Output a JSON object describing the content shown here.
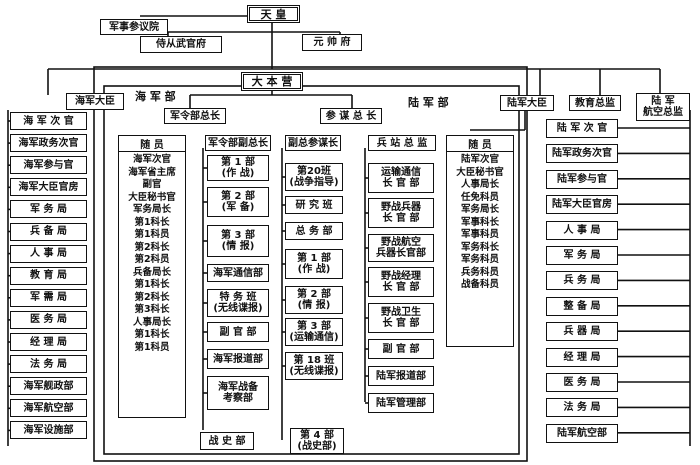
{
  "top": {
    "emperor": "天  皇",
    "general_staff": "军事参议院",
    "aide_office": "侍从武官府",
    "marshal_office": "元 帅 府",
    "ihq": "大 本 营"
  },
  "sections": {
    "navy": "海 军 部",
    "army": "陆 军 部"
  },
  "navy_minister": "海军大臣",
  "navy_ministry": [
    "海 军 次 官",
    "海军政务次官",
    "海军参与官",
    "海军大臣官房",
    "军 务 局",
    "兵 备 局",
    "人 事 局",
    "教 育 局",
    "军 需 局",
    "医 务 局",
    "经 理 局",
    "法 务 局",
    "海军舰政部",
    "海军航空部",
    "海军设施部"
  ],
  "navy_gs_chief": "军令部总长",
  "navy_staff": {
    "title": "随    员",
    "items": [
      "海军次官",
      "海军省主席",
      "副官",
      "大臣秘书官",
      "军务局长",
      "第1科长",
      "第1科员",
      "第2科长",
      "第2科员",
      "兵备局长",
      "第1科长",
      "第2科长",
      "第3科长",
      "人事局长",
      "第1科长",
      "第1科员"
    ]
  },
  "navy_gs": {
    "deputy": "军令部副总长",
    "units": [
      "第 1 部\n(作 战)",
      "第 2 部\n(军 备)",
      "第 3 部\n(情 报)",
      "海军通信部",
      "特 务 班\n(无线谍报)",
      "副 官 部",
      "海军报道部",
      "海军战备\n考察部"
    ],
    "history": "战 史 部"
  },
  "army_gs_chief": "参 谋 总 长",
  "army_gs": {
    "deputy": "副总参谋长",
    "units": [
      "第20班\n(战争指导)",
      "研 究 班",
      "总 务 部",
      "第 1 部\n(作 战)",
      "第 2 部\n(情 报)",
      "第 3 部\n(运输通信)",
      "第 18 班\n(无线谍报)"
    ],
    "history": "第 4 部\n(战史部)"
  },
  "logistics": {
    "head": "兵 站 总 监",
    "units": [
      "运输通信\n长 官 部",
      "野战兵器\n长 官 部",
      "野战航空\n兵器长官部",
      "野战经理\n长 官 部",
      "野战卫生\n长 官 部",
      "副 官 部",
      "陆军报道部",
      "陆军管理部"
    ]
  },
  "army_staff": {
    "title": "随    员",
    "items": [
      "陆军次官",
      "大臣秘书官",
      "人事局长",
      "任免科员",
      "军务局长",
      "军事科长",
      "军事科员",
      "军务科长",
      "军务科员",
      "兵务科员",
      "战备科员"
    ]
  },
  "army_minister": "陆军大臣",
  "education": "教育总监",
  "army_air": "陆 军\n航空总监",
  "army_ministry": [
    "陆 军 次 官",
    "陆军政务次官",
    "陆军参与官",
    "陆军大臣官房",
    "人 事 局",
    "军 务 局",
    "兵 务 局",
    "整 备 局",
    "兵 器 局",
    "经 理 局",
    "医 务 局",
    "法 务 局",
    "陆军航空部"
  ]
}
